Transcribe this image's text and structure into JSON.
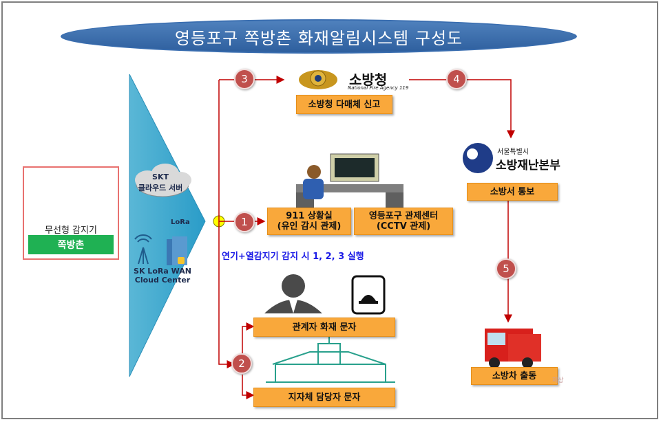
{
  "title": "영등포구 쪽방촌 화재알림시스템 구성도",
  "sensor": {
    "label": "무선형 감지기",
    "village": "쪽방촌"
  },
  "cloud": {
    "line1": "SKT",
    "line2": "클라우드 서버",
    "lora": "LoRa",
    "wan_line1": "SK LoRa WAN",
    "wan_line2": "Cloud Center"
  },
  "fire_agency": {
    "name": "소방청",
    "sub": "National Fire Agency 119",
    "box": "소방청 다매체 신고"
  },
  "seoul": {
    "small": "서울특별시",
    "big": "소방재난본부",
    "box": "소방서 통보"
  },
  "centers": {
    "box1_line1": "911 상황실",
    "box1_line2": "(유인 감시 관제)",
    "box2_line1": "영등포구 관제센터",
    "box2_line2": "(CCTV 관제)"
  },
  "exec_note": "연기+열감지기 감지 시 1, 2, 3 실행",
  "notify": {
    "box1": "관계자 화재 문자",
    "box2": "지자체 담당자 문자"
  },
  "truck": {
    "box": "소방차 출동",
    "watermark": "제상"
  },
  "badges": [
    "1",
    "2",
    "3",
    "4",
    "5"
  ],
  "colors": {
    "title_bg": "#4f81bd",
    "orange": "#f9a83b",
    "badge": "#c0504d",
    "arrow": "#c00000",
    "village_green": "#1fb153",
    "note_blue": "#1a1ae6"
  }
}
